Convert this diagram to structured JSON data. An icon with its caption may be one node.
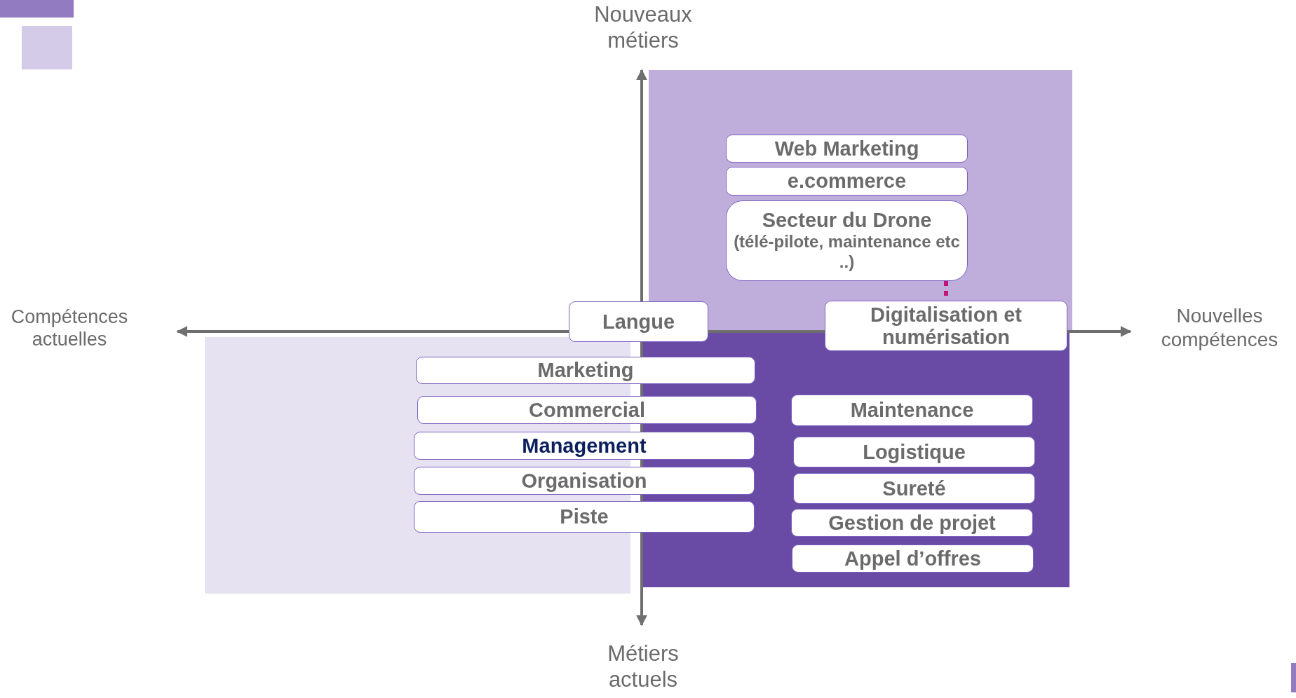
{
  "diagram": {
    "nodes": [
      {
        "text": [
          "Web Marketing"
        ]
      },
      {
        "text": [
          "e.commerce"
        ]
      },
      {
        "text": [
          "Secteur du Drone",
          "(télé-pilote, maintenance etc ..)"
        ]
      },
      {
        "text": [
          "Langue"
        ]
      },
      {
        "text": [
          "Digitalisation et numérisation"
        ]
      },
      {
        "text": [
          "Marketing"
        ]
      },
      {
        "text": [
          "Commercial"
        ]
      },
      {
        "text": [
          "Management"
        ]
      },
      {
        "text": [
          "Organisation"
        ]
      },
      {
        "text": [
          "Piste"
        ]
      },
      {
        "text": [
          "Maintenance"
        ]
      },
      {
        "text": [
          "Logistique"
        ]
      },
      {
        "text": [
          "Sureté"
        ]
      },
      {
        "text": [
          "Gestion de projet"
        ]
      },
      {
        "text": [
          "Appel d’offres"
        ]
      }
    ],
    "edges": [
      {
        "from": 2,
        "to": 4,
        "arrow": "none",
        "style": "dashed",
        "color": "#c0157a"
      }
    ],
    "labels": [
      "Nouveaux métiers",
      "Compétences actuelles",
      "Nouvelles compétences",
      "Métiers actuels"
    ]
  }
}
